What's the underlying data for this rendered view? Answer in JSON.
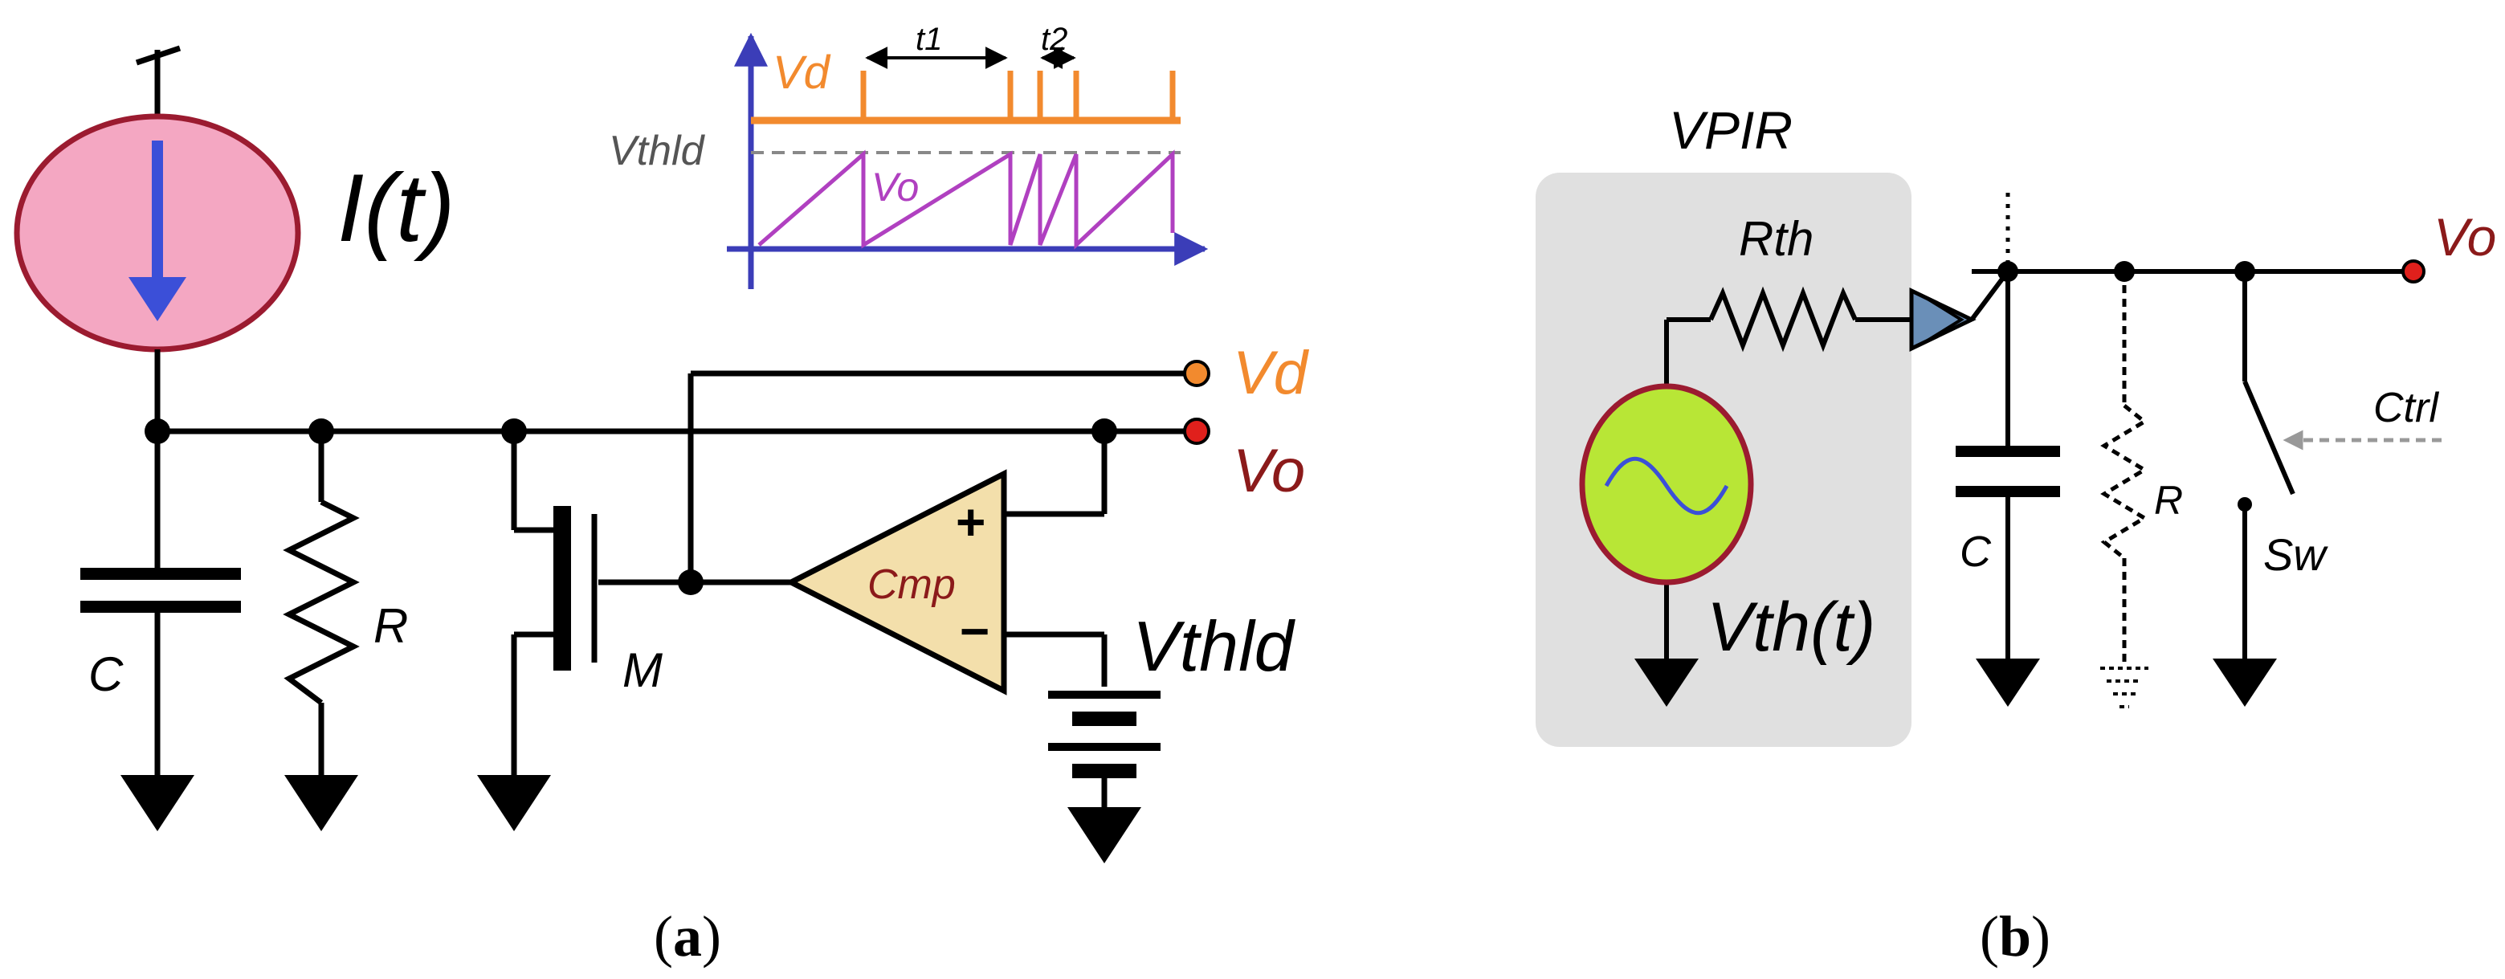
{
  "panel_a": {
    "caption_open": "(",
    "caption_letter": "a",
    "caption_close": ")",
    "source_label": "I(t)",
    "capacitor_label": "C",
    "resistor_label": "R",
    "transistor_label": "M",
    "comparator_label": "Cmp",
    "plus_sign": "+",
    "minus_sign": "−",
    "threshold_label": "Vthld",
    "out_vd_label": "Vd",
    "out_vo_label": "Vo",
    "inset": {
      "vd_label": "Vd",
      "vo_label": "Vo",
      "threshold_label": "Vthld",
      "t1_label": "t1",
      "t2_label": "t2"
    }
  },
  "panel_b": {
    "caption_open": "(",
    "caption_letter": "b",
    "caption_close": ")",
    "source_group_label": "VPIR",
    "rth_label": "Rth",
    "source_label": "Vth(t)",
    "capacitor_label": "C",
    "resistor_label": "R",
    "switch_label": "Sw",
    "ctrl_label": "Ctrl",
    "out_vo_label": "Vo"
  },
  "colors": {
    "wire": "#000000",
    "current_source_fill": "#f4a7c2",
    "current_source_stroke": "#9b1b30",
    "current_arrow": "#3b4fd8",
    "vd_orange": "#f28a2e",
    "vo_red": "#e0201c",
    "vo_label": "#8b1a1a",
    "comparator_fill": "#f3dfab",
    "comparator_label": "#8b1a1a",
    "inset_axis": "#3b3db8",
    "inset_sawtooth": "#b040c0",
    "inset_threshold": "#888888",
    "pir_box": "#e0e0e0",
    "vsource_fill": "#b8e636",
    "vsource_stroke": "#9b1b30",
    "vsource_wave": "#3b4fd8",
    "connector_blue": "#6a8fb8",
    "ctrl_arrow": "#999999"
  }
}
